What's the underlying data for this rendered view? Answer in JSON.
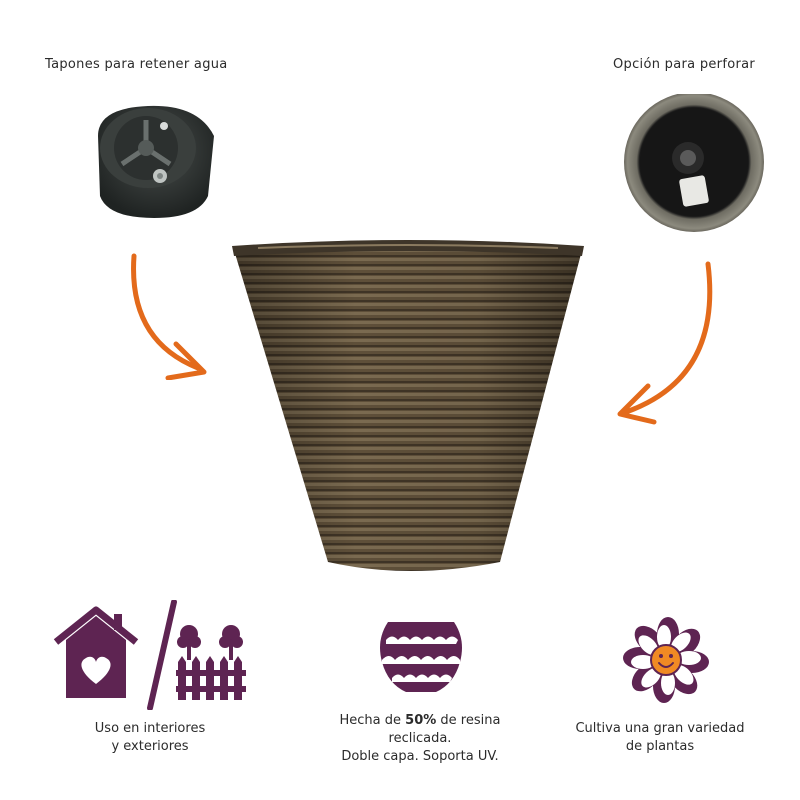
{
  "callouts": {
    "left_label": "Tapones para retener agua",
    "right_label": "Opción para perforar"
  },
  "features": {
    "indoor_outdoor": {
      "line1": "Uso en interiores",
      "line2": "y exteriores"
    },
    "material": {
      "line1_a": "Hecha de ",
      "line1_b": "50%",
      "line1_c": " de resina",
      "line2": "reclicada.",
      "line3": "Doble capa. Soporta UV."
    },
    "plants": {
      "line1": "Cultiva una gran variedad",
      "line2": "de plantas"
    }
  },
  "colors": {
    "arrow": "#e36a1b",
    "icon_purple": "#5e2452",
    "pot_brown": "#5a4b36",
    "flower_face": "#f08a24"
  },
  "icons": [
    "house-heart-icon",
    "garden-fence-icon",
    "patterned-pot-icon",
    "smiling-flower-icon",
    "curved-arrow-icon"
  ]
}
